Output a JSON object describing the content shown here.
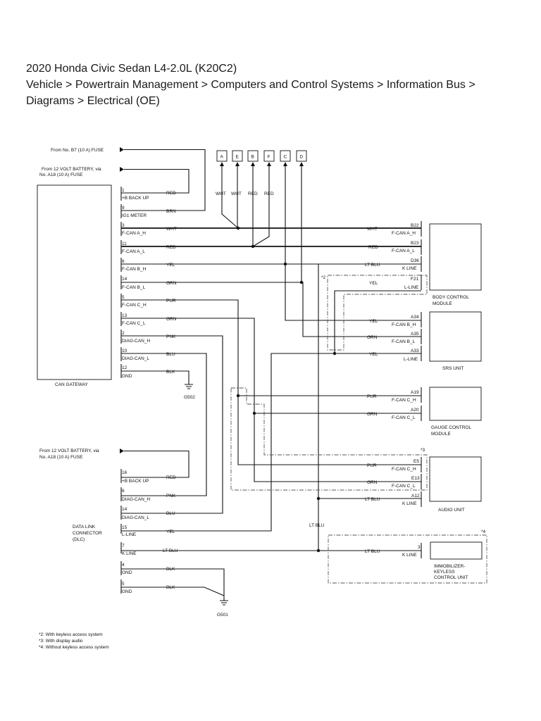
{
  "header": {
    "title": "2020 Honda Civic Sedan L4-2.0L (K20C2)",
    "breadcrumb_line1": "Vehicle > Powertrain Management > Computers and Control Systems > Information Bus >",
    "breadcrumb_line2": "Diagrams > Electrical (OE)"
  },
  "diagram": {
    "sources": {
      "fuse_b7": "From No. B7 (10 A) FUSE",
      "battery_1_line1": "From 12 VOLT BATTERY, via",
      "battery_1_line2": "No. A18 (10 A) FUSE",
      "battery_2_line1": "From 12 VOLT BATTERY, via",
      "battery_2_line2": "No. A18 (10 A) FUSE"
    },
    "connectors": [
      "A",
      "B",
      "C",
      "D",
      "E",
      "F"
    ],
    "top_wire_colors": [
      "WHT",
      "WHT",
      "RED",
      "RED"
    ],
    "can_gateway": {
      "label": "CAN GATEWAY",
      "pins": [
        {
          "num": "1",
          "name": "+B BACK UP",
          "color": "RED"
        },
        {
          "num": "9",
          "name": "IG1 METER",
          "color": "BRN"
        },
        {
          "num": "3",
          "name": "F-CAN A_H",
          "color": "WHT"
        },
        {
          "num": "11",
          "name": "F-CAN A_L",
          "color": "RED"
        },
        {
          "num": "6",
          "name": "F-CAN B_H",
          "color": "YEL"
        },
        {
          "num": "14",
          "name": "F-CAN B_L",
          "color": "GRN"
        },
        {
          "num": "5",
          "name": "F-CAN C_H",
          "color": "PUR"
        },
        {
          "num": "13",
          "name": "F-CAN C_L",
          "color": "GRN"
        },
        {
          "num": "2",
          "name": "DIAG-CAN_H",
          "color": "PNK"
        },
        {
          "num": "10",
          "name": "DIAG-CAN_L",
          "color": "BLU"
        },
        {
          "num": "12",
          "name": "GND",
          "color": "BLK"
        }
      ]
    },
    "dlc": {
      "label_line1": "DATA LINK",
      "label_line2": "CONNECTOR",
      "label_line3": "(DLC)",
      "pins": [
        {
          "num": "16",
          "name": "+B BACK UP",
          "color": "RED"
        },
        {
          "num": "6",
          "name": "DIAG-CAN_H",
          "color": "PNK"
        },
        {
          "num": "14",
          "name": "DIAG-CAN_L",
          "color": "BLU"
        },
        {
          "num": "15",
          "name": "L-LINE",
          "color": "YEL"
        },
        {
          "num": "7",
          "name": "K LINE",
          "color": "LT BLU"
        },
        {
          "num": "4",
          "name": "GND",
          "color": "BLK"
        },
        {
          "num": "5",
          "name": "GND",
          "color": "BLK"
        }
      ]
    },
    "grounds": {
      "g502": "G502",
      "g501": "G501"
    },
    "lt_blu_label": "LT BLU",
    "modules": {
      "bcm": {
        "label_line1": "BODY CONTROL",
        "label_line2": "MODULE",
        "pins": [
          {
            "num": "B22",
            "name": "F-CAN A_H",
            "color": "WHT"
          },
          {
            "num": "B23",
            "name": "F-CAN A_L",
            "color": "RED"
          },
          {
            "num": "D36",
            "name": "K LINE",
            "color": "LT BLU"
          },
          {
            "num": "F21",
            "name": "L-LINE",
            "color": "YEL"
          }
        ]
      },
      "srs": {
        "label": "SRS UNIT",
        "pins": [
          {
            "num": "A34",
            "name": "F-CAN B_H",
            "color": "YEL"
          },
          {
            "num": "A35",
            "name": "F-CAN B_L",
            "color": "GRN"
          },
          {
            "num": "A33",
            "name": "L-LINE",
            "color": "YEL"
          }
        ]
      },
      "gauge": {
        "label_line1": "GAUGE CONTROL",
        "label_line2": "MODULE",
        "pins": [
          {
            "num": "A19",
            "name": "F-CAN C_H",
            "color": "PUR"
          },
          {
            "num": "A20",
            "name": "F-CAN C_L",
            "color": "GRN"
          }
        ]
      },
      "audio": {
        "label": "AUDIO UNIT",
        "pins": [
          {
            "num": "E5",
            "name": "F-CAN C_H",
            "color": "PUR"
          },
          {
            "num": "E13",
            "name": "F-CAN C_L",
            "color": "GRN"
          },
          {
            "num": "A12",
            "name": "K LINE",
            "color": "LT BLU"
          }
        ]
      },
      "immobilizer": {
        "label_line1": "IMMOBILIZER-",
        "label_line2": "KEYLESS",
        "label_line3": "CONTROL UNIT",
        "pins": [
          {
            "num": "3",
            "name": "K LINE",
            "color": "LT BLU"
          }
        ]
      }
    },
    "option_marks": {
      "m2": "*2",
      "m3": "*3",
      "m4": "*4"
    },
    "notes": [
      "*2:  With keyless access system",
      "*3:  With display audio",
      "*4:  Without keyless access system"
    ]
  }
}
